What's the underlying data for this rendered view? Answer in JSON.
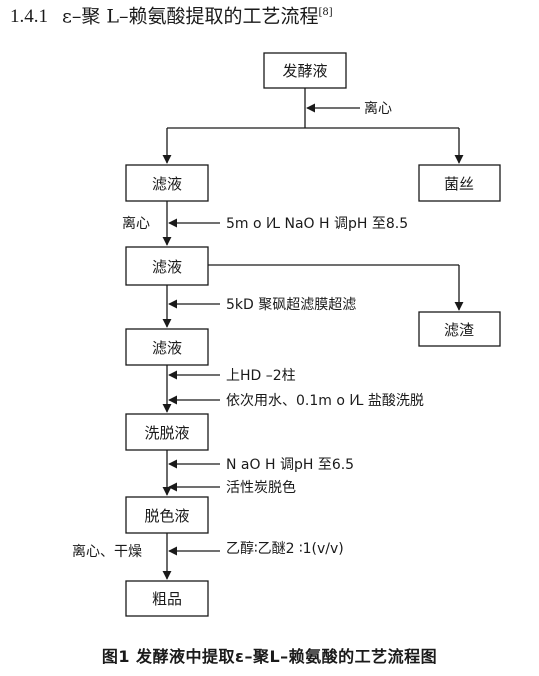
{
  "heading": {
    "number": "1.4.1",
    "title": "ε–聚 L–赖氨酸提取的工艺流程",
    "ref": "[8]"
  },
  "nodes": {
    "broth": "发酵液",
    "filtrate1": "滤液",
    "mycelium": "菌丝",
    "filtrate2": "滤液",
    "residue": "滤渣",
    "filtrate3": "滤液",
    "eluate": "洗脱液",
    "decolor": "脱色液",
    "crude": "粗品"
  },
  "labels": {
    "centrifuge1": "离心",
    "centrifuge2": "离心",
    "naoh_ph85": "5m o l⁄L  NaO H 调pH 至8.5",
    "ultrafiltration": "5kD 聚砜超滤膜超滤",
    "column": "上HD –2柱",
    "elution": "依次用水、0.1m o l⁄L 盐酸洗脱",
    "naoh_ph65": "N aO H 调pH 至6.5",
    "charcoal": "活性炭脱色",
    "centrifuge_dry": "离心、干燥",
    "solvent": "乙醇∶乙醚2 ∶1(v/v)"
  },
  "caption": "图1    发酵液中提取ε–聚L–赖氨酸的工艺流程图"
}
